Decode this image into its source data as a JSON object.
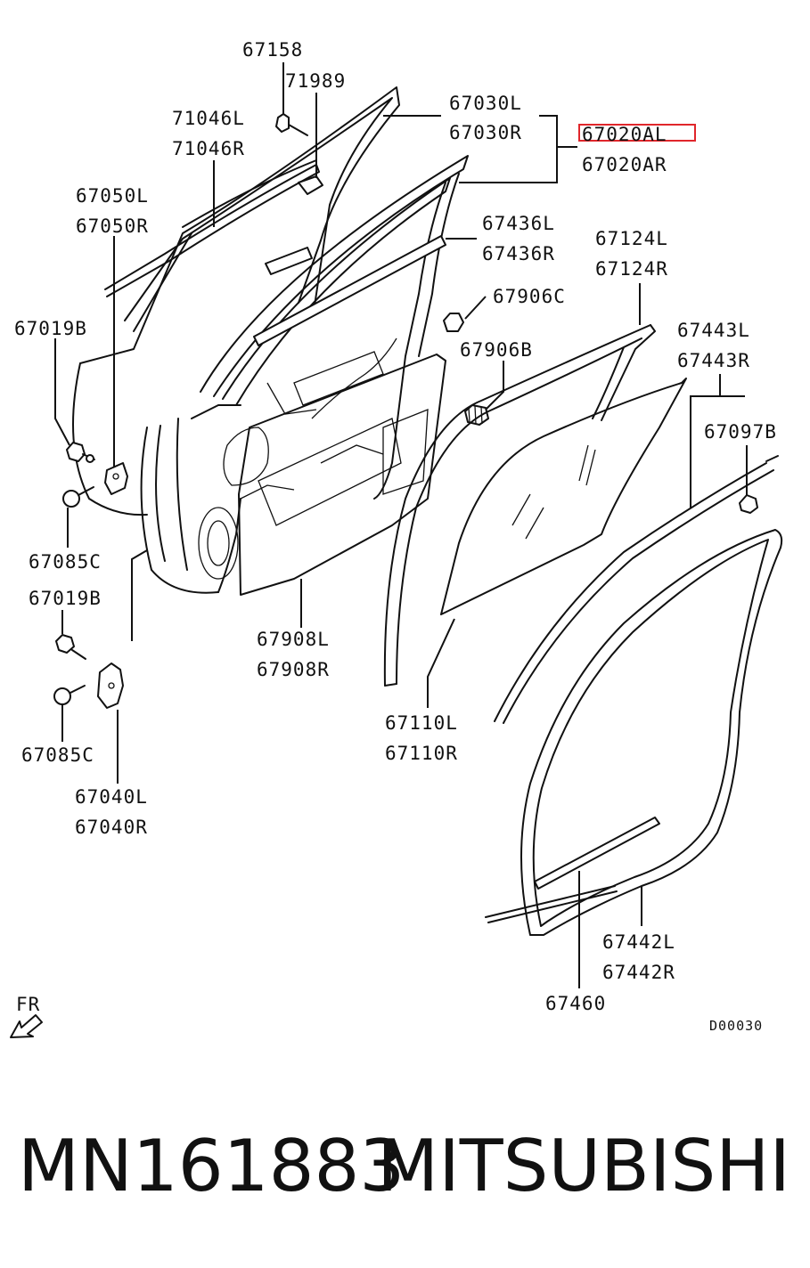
{
  "labels": {
    "l67158": "67158",
    "l71989": "71989",
    "l71046L": "71046L",
    "l71046R": "71046R",
    "l67030L": "67030L",
    "l67030R": "67030R",
    "l67020AL": "67020AL",
    "l67020AR": "67020AR",
    "l67050L": "67050L",
    "l67050R": "67050R",
    "l67436L": "67436L",
    "l67436R": "67436R",
    "l67124L": "67124L",
    "l67124R": "67124R",
    "l67906C": "67906C",
    "l67019B_1": "67019B",
    "l67906B": "67906B",
    "l67443L": "67443L",
    "l67443R": "67443R",
    "l67097B": "67097B",
    "l67085C_1": "67085C",
    "l67019B_2": "67019B",
    "l67908L": "67908L",
    "l67908R": "67908R",
    "l67110L": "67110L",
    "l67110R": "67110R",
    "l67085C_2": "67085C",
    "l67040L": "67040L",
    "l67040R": "67040R",
    "l67442L": "67442L",
    "l67442R": "67442R",
    "l67460": "67460",
    "fr": "FR",
    "drawing_code": "D00030"
  },
  "highlight": {
    "part": "67020AL",
    "color": "#e0262b"
  },
  "caption": {
    "part_number": "MN161883",
    "brand": "MITSUBISHI"
  },
  "icons": {
    "front_direction": "arrow-icon"
  }
}
